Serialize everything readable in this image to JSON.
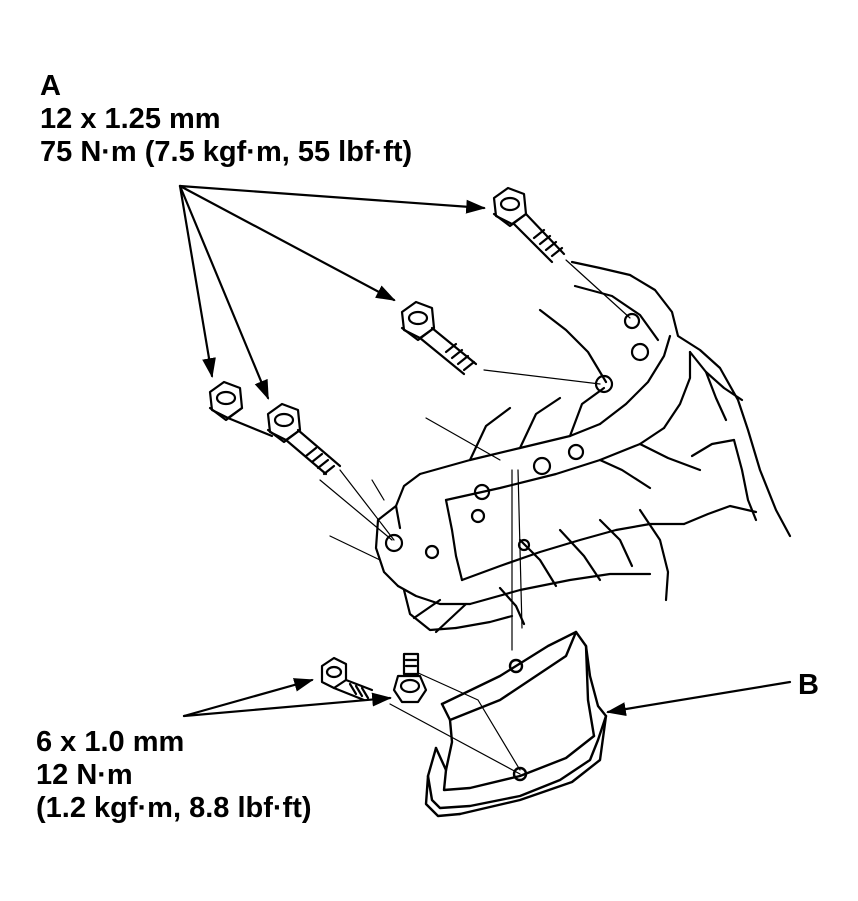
{
  "callout_a": {
    "label": "A",
    "size": "12 x 1.25 mm",
    "torque": "75 N·m (7.5 kgf·m, 55 lbf·ft)"
  },
  "callout_b": {
    "label": "B"
  },
  "callout_small_bolts": {
    "size": "6 x 1.0 mm",
    "torque": "12 N·m",
    "torque_alt": "(1.2 kgf·m, 8.8 lbf·ft)"
  }
}
